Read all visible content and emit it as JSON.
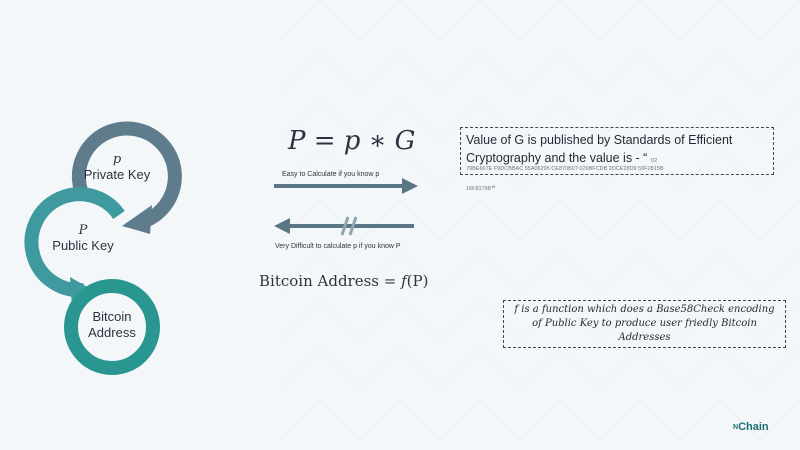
{
  "rings": {
    "private": {
      "symbol": "p",
      "label": "Private Key"
    },
    "public": {
      "symbol": "P",
      "label": "Public Key"
    },
    "address": {
      "label_line1": "Bitcoin",
      "label_line2": "Address"
    }
  },
  "equation": {
    "main": "P = p ∗ G",
    "forward_caption": "Easy to Calculate if you know p",
    "reverse_caption": "Very Difficult to calculate p if you know P",
    "address_prefix": "Bitcoin Address = ",
    "address_fn": "f",
    "address_arg": "(P)"
  },
  "info_box": {
    "text": "Value of G is published by Standards of Efficient Cryptography and the value is - “",
    "hex_start": "02",
    "hex_line": "79BE667E  F9DCBBAC  55A06295  CE870B07  029BFCDB  2DCE28D9  59F2815B",
    "hex_end": "16F81798",
    "close_quote": "“"
  },
  "function_box": {
    "text": "f is a function which does a Base58Check encoding of Public Key to produce user friedly Bitcoin Addresses"
  },
  "logo": {
    "prefix": "N",
    "name": "Chain"
  },
  "colors": {
    "ring_top": "#5e7c8c",
    "ring_mid": "#3f9aa0",
    "ring_bottom": "#2a9690",
    "arrow": "#5a7785"
  }
}
